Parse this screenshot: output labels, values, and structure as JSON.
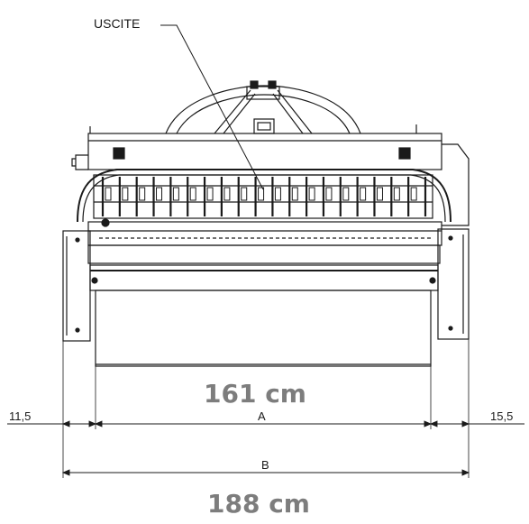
{
  "labels": {
    "outlet_callout": "USCITE",
    "dim_left": "11,5",
    "dim_right": "15,5",
    "dim_a": "A",
    "dim_b": "B",
    "width_a": "161 cm",
    "width_b": "188 cm"
  },
  "colors": {
    "line": "#1a1a1a",
    "measure_text": "#7d7d7d",
    "background": "#ffffff"
  }
}
